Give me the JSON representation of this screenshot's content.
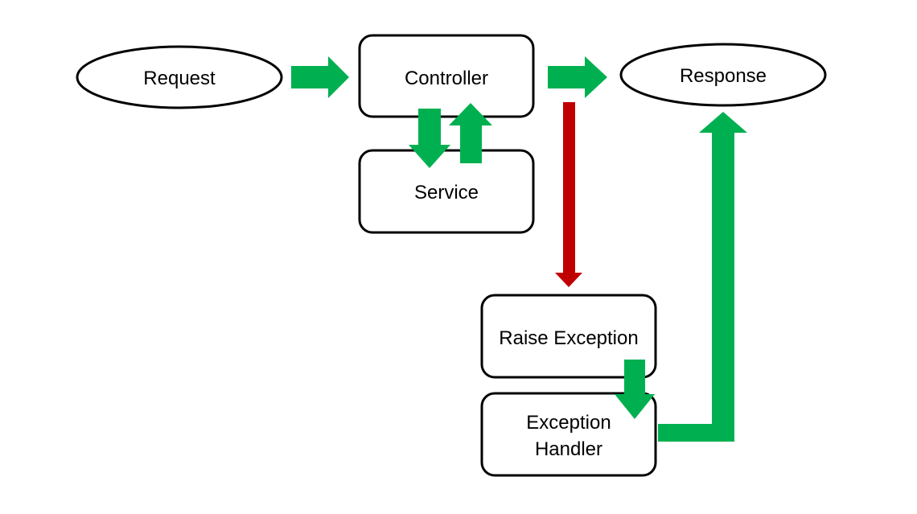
{
  "diagram": {
    "nodes": {
      "request": {
        "label": "Request"
      },
      "controller": {
        "label": "Controller"
      },
      "response": {
        "label": "Response"
      },
      "service": {
        "label": "Service"
      },
      "raise_exception": {
        "label": "Raise Exception"
      },
      "exception_handler": {
        "line1": "Exception",
        "line2": "Handler"
      }
    },
    "edges": [
      {
        "from": "request",
        "to": "controller",
        "kind": "success"
      },
      {
        "from": "controller",
        "to": "service",
        "kind": "success"
      },
      {
        "from": "service",
        "to": "controller",
        "kind": "success"
      },
      {
        "from": "controller",
        "to": "response",
        "kind": "success"
      },
      {
        "from": "controller",
        "to": "raise_exception",
        "kind": "error"
      },
      {
        "from": "raise_exception",
        "to": "exception_handler",
        "kind": "success"
      },
      {
        "from": "exception_handler",
        "to": "response",
        "kind": "success"
      }
    ],
    "colors": {
      "success_arrow": "#00B050",
      "error_arrow": "#C00000",
      "node_stroke": "#000000",
      "node_fill": "#FFFFFF"
    }
  }
}
